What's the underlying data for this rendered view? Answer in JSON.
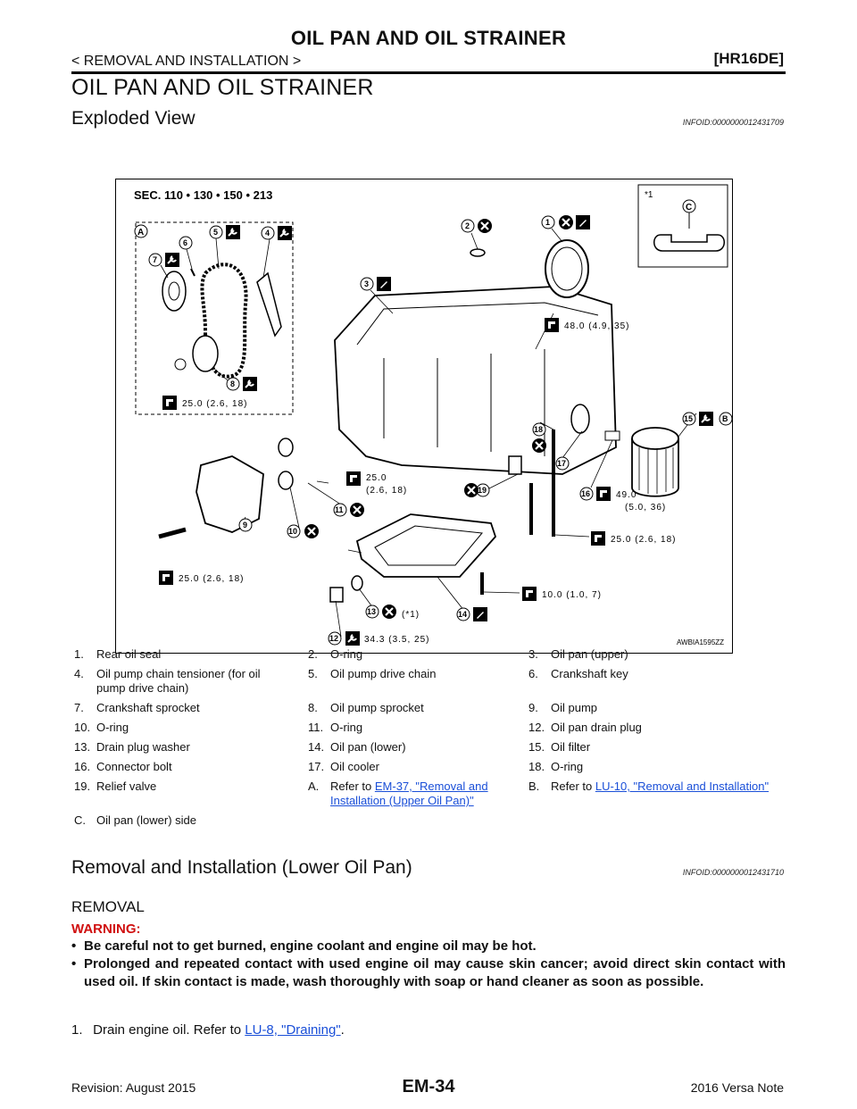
{
  "header": {
    "title": "OIL PAN AND OIL STRAINER",
    "breadcrumb": "< REMOVAL AND INSTALLATION >",
    "engine": "[HR16DE]"
  },
  "section_title": "OIL PAN AND OIL STRAINER",
  "exploded": {
    "title": "Exploded View",
    "infoid": "INFOID:0000000012431709"
  },
  "figure": {
    "sec": "SEC. 110 • 130 • 150 • 213",
    "code": "AWBIA1595ZZ",
    "inset": {
      "ref": "*1",
      "letter": "C"
    },
    "letters": {
      "a": "A",
      "b": "B"
    },
    "torques": {
      "t1": "25.0 (2.6, 18)",
      "t2a": "25.0",
      "t2b": "(2.6, 18)",
      "t3": "48.0 (4.9, 35)",
      "t4a": "49.0",
      "t4b": "(5.0, 36)",
      "t5": "25.0 (2.6, 18)",
      "t6": "25.0 (2.6, 18)",
      "t7": "10.0 (1.0, 7)",
      "t8": "34.3 (3.5, 25)"
    },
    "star_ref": "(*1)",
    "callouts": [
      "1",
      "2",
      "3",
      "4",
      "5",
      "6",
      "7",
      "8",
      "9",
      "10",
      "11",
      "12",
      "13",
      "14",
      "15",
      "16",
      "17",
      "18",
      "19"
    ]
  },
  "parts": [
    [
      {
        "n": "1.",
        "t": "Rear oil seal"
      },
      {
        "n": "2.",
        "t": "O-ring"
      },
      {
        "n": "3.",
        "t": "Oil pan (upper)"
      }
    ],
    [
      {
        "n": "4.",
        "t": "Oil pump chain tensioner (for oil pump drive chain)"
      },
      {
        "n": "5.",
        "t": "Oil pump drive chain"
      },
      {
        "n": "6.",
        "t": "Crankshaft key"
      }
    ],
    [
      {
        "n": "7.",
        "t": "Crankshaft sprocket"
      },
      {
        "n": "8.",
        "t": "Oil pump sprocket"
      },
      {
        "n": "9.",
        "t": "Oil pump"
      }
    ],
    [
      {
        "n": "10.",
        "t": "O-ring"
      },
      {
        "n": "11.",
        "t": "O-ring"
      },
      {
        "n": "12.",
        "t": "Oil pan drain plug"
      }
    ],
    [
      {
        "n": "13.",
        "t": "Drain plug washer"
      },
      {
        "n": "14.",
        "t": "Oil pan (lower)"
      },
      {
        "n": "15.",
        "t": "Oil filter"
      }
    ],
    [
      {
        "n": "16.",
        "t": "Connector bolt"
      },
      {
        "n": "17.",
        "t": "Oil cooler"
      },
      {
        "n": "18.",
        "t": "O-ring"
      }
    ]
  ],
  "parts_last": {
    "n19": "19.",
    "t19": "Relief valve",
    "nA": "A.",
    "pA": "Refer to ",
    "lA": "EM-37, \"Removal and Installation (Upper Oil Pan)\"",
    "nB": "B.",
    "pB": "Refer to ",
    "lB": "LU-10, \"Removal and Installation\"",
    "nC": "C.",
    "tC": "Oil pan (lower) side"
  },
  "lower": {
    "title": "Removal and Installation (Lower Oil Pan)",
    "infoid": "INFOID:0000000012431710",
    "removal": "REMOVAL",
    "warning_title": "WARNING:",
    "warnings": [
      "Be careful not to get burned, engine coolant and engine oil may be hot.",
      "Prolonged and repeated contact with used engine oil may cause skin cancer; avoid direct skin contact with used oil. If skin contact is made, wash thoroughly with soap or hand cleaner as soon as possible."
    ],
    "step1_num": "1.",
    "step1_pre": "Drain engine oil. Refer to ",
    "step1_link": "LU-8, \"Draining\"",
    "step1_post": "."
  },
  "footer": {
    "code": "EM-34",
    "revision": "Revision: August 2015",
    "model": "2016 Versa Note"
  }
}
